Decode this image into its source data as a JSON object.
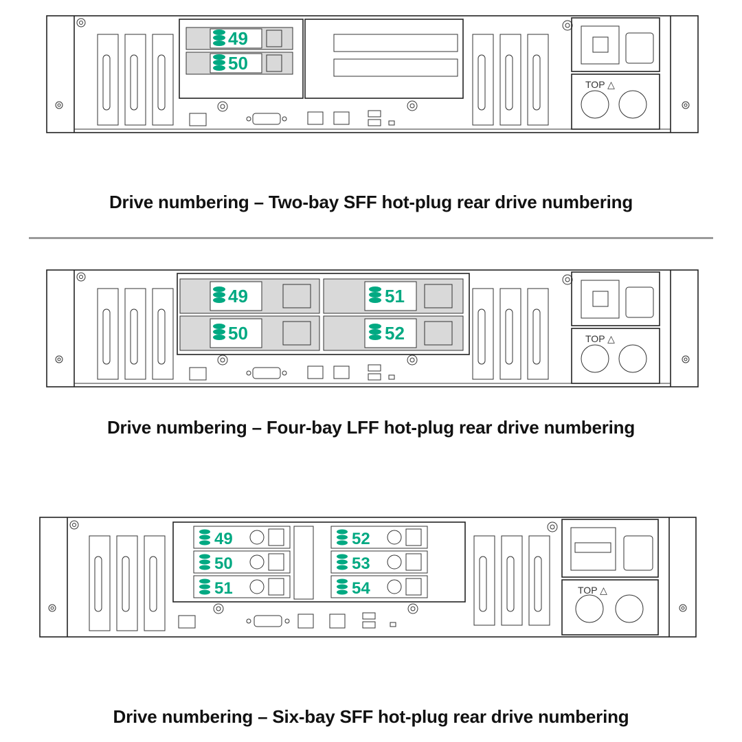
{
  "accent_color": "#01a982",
  "diagrams": [
    {
      "id": "two-bay-sff",
      "caption": "Drive numbering – Two-bay SFF hot-plug rear drive numbering",
      "bay_type": "SFF",
      "drives": [
        "49",
        "50"
      ],
      "psu_label": "TOP △"
    },
    {
      "id": "four-bay-lff",
      "caption": "Drive numbering – Four-bay LFF hot-plug rear drive numbering",
      "bay_type": "LFF",
      "drives": [
        "49",
        "50",
        "51",
        "52"
      ],
      "psu_label": "TOP △"
    },
    {
      "id": "six-bay-sff",
      "caption": "Drive numbering – Six-bay SFF hot-plug rear drive numbering",
      "bay_type": "SFF",
      "drives": [
        "49",
        "50",
        "51",
        "52",
        "53",
        "54"
      ],
      "psu_label": "TOP △"
    }
  ],
  "icons": {
    "drive": "drive-stack-icon",
    "power": "power-inlet-icon",
    "vga": "vga-port-icon",
    "rj45": "rj45-port-icon",
    "usb": "usb-port-icon"
  }
}
